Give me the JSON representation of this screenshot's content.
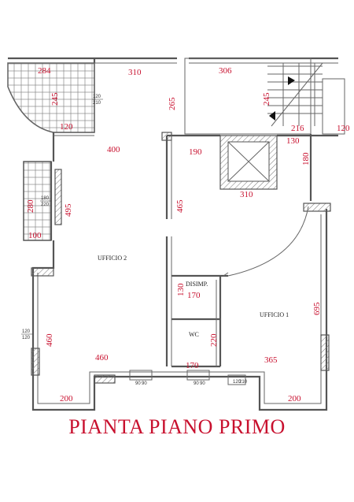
{
  "title": "PIANTA PIANO PRIMO",
  "rooms": {
    "ufficio2": "UFFICIO 2",
    "ufficio1": "UFFICIO 1",
    "disimp": "DISIMP.",
    "wc": "WC"
  },
  "dimensions": {
    "d284": "284",
    "d310a": "310",
    "d306": "306",
    "d245a": "245",
    "d265": "265",
    "d245b": "245",
    "d120a": "120",
    "d216": "216",
    "d120b": "120",
    "d400": "400",
    "d190": "190",
    "d130a": "130",
    "d180": "180",
    "d310b": "310",
    "d280": "280",
    "d495": "495",
    "d465": "465",
    "d100": "100",
    "d130b": "130",
    "d170a": "170",
    "d695": "695",
    "d460a": "460",
    "d220": "220",
    "d460b": "460",
    "d365": "365",
    "d170b": "170",
    "d200a": "200",
    "d200b": "200"
  },
  "openings": {
    "w1_top": "120",
    "w1_bot": "210",
    "w2_top": "180",
    "w2_bot": "220",
    "w3_top": "120",
    "w3_bot": "120",
    "w4_top": "90",
    "w4_bot": "90",
    "w5_top": "90",
    "w5_bot": "90",
    "w6_top": "120",
    "w6_bot": "210"
  }
}
